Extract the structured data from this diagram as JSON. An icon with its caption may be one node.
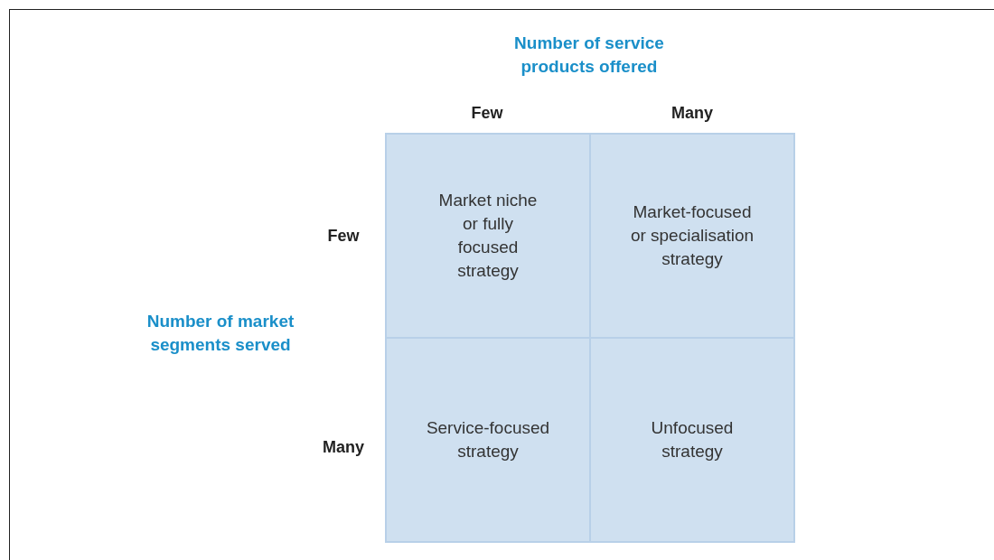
{
  "diagram": {
    "nodes": [
      {
        "text": [
          "Market niche or fully focused strategy"
        ]
      },
      {
        "text": [
          "Market-focused or specialisation strategy"
        ]
      },
      {
        "text": [
          "Service-focused strategy"
        ]
      },
      {
        "text": [
          "Unfocused strategy"
        ]
      }
    ],
    "labels": [
      "Number of service products offered",
      "Few",
      "Many",
      "Few",
      "Number of market segments served",
      "Many"
    ]
  }
}
